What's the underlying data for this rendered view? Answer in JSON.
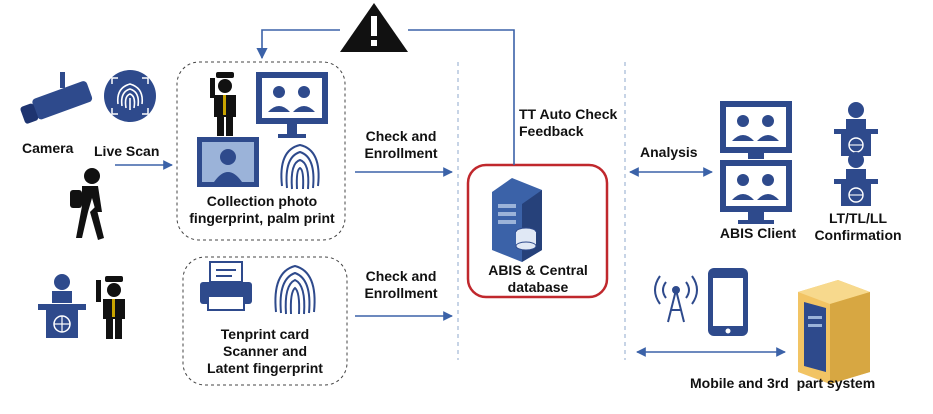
{
  "labels": {
    "camera": "Camera",
    "live_scan": "Live Scan",
    "collection_line1": "Collection photo",
    "collection_line2": "fingerprint, palm print",
    "tenprint_line1": "Tenprint card",
    "tenprint_line2": "Scanner and",
    "tenprint_line3": "Latent fingerprint",
    "check_enroll_top_1": "Check and",
    "check_enroll_top_2": "Enrollment",
    "check_enroll_bottom_1": "Check and",
    "check_enroll_bottom_2": "Enrollment",
    "tt_line1": "TT Auto Check",
    "tt_line2": "Feedback",
    "abis_line1": "ABIS & Central",
    "abis_line2": "database",
    "analysis": "Analysis",
    "abis_client": "ABIS Client",
    "confirm_line1": "LT/TL/LL",
    "confirm_line2": "Confirmation",
    "mobile": "Mobile and 3rd  part system"
  },
  "colors": {
    "primary_blue": "#2E4A8C",
    "arrow_blue": "#3B62A8",
    "highlight_red": "#C0282D",
    "dashed_box": "#444444"
  },
  "icons": [
    "camera-icon",
    "fingerprint-scan-icon",
    "walking-person-icon",
    "officer-icon",
    "monitor-users-icon",
    "monitor-person-icon",
    "fingerprint-icon",
    "podium-person-icon",
    "printer-icon",
    "server-icon",
    "antenna-icon",
    "phone-icon",
    "server-tower-icon",
    "warning-icon"
  ]
}
